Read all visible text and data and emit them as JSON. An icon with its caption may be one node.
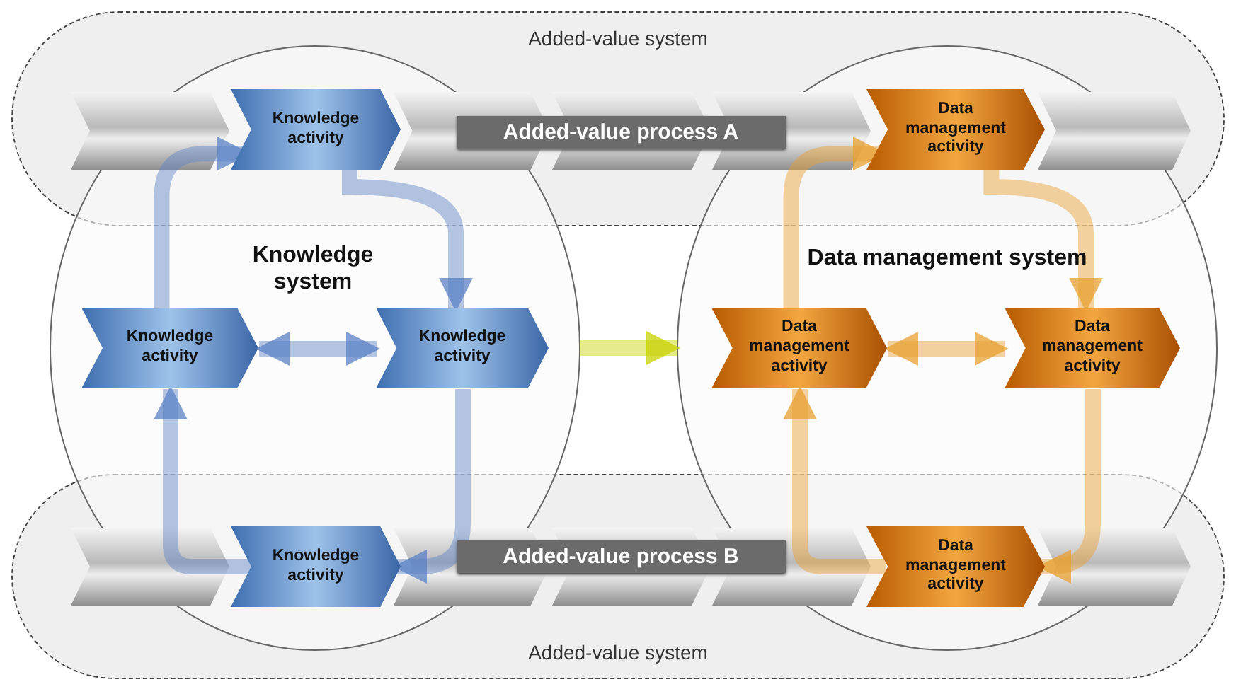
{
  "diagram": {
    "nodes": [
      {
        "text": [
          "Added-value system"
        ]
      },
      {
        "text": [
          "Added-value system"
        ]
      },
      {
        "text": [
          "Knowledge system"
        ]
      },
      {
        "text": [
          "Data management system"
        ]
      },
      {
        "text": [
          "Added-value process A"
        ],
        "in": 0
      },
      {
        "text": [
          "Added-value process B"
        ],
        "in": 1
      },
      {
        "text": [
          "Knowledge activity"
        ]
      },
      {
        "text": [
          "Knowledge activity"
        ],
        "in": 2
      },
      {
        "text": [
          "Knowledge activity"
        ],
        "in": 2
      },
      {
        "text": [
          "Knowledge activity"
        ]
      },
      {
        "text": [
          "Data management activity"
        ]
      },
      {
        "text": [
          "Data management activity"
        ],
        "in": 3
      },
      {
        "text": [
          "Data management activity"
        ],
        "in": 3
      },
      {
        "text": [
          "Data management activity"
        ]
      }
    ],
    "edges": [
      {
        "from": 6,
        "to": 8,
        "arrow": "to",
        "color": "#5b82c6"
      },
      {
        "from": 8,
        "to": 9,
        "arrow": "to",
        "color": "#5b82c6"
      },
      {
        "from": 9,
        "to": 7,
        "arrow": "to",
        "color": "#5b82c6"
      },
      {
        "from": 7,
        "to": 6,
        "arrow": "to",
        "color": "#5b82c6"
      },
      {
        "from": 7,
        "to": 8,
        "arrow": "both",
        "color": "#5b82c6"
      },
      {
        "from": 10,
        "to": 12,
        "arrow": "to",
        "color": "#e8a030"
      },
      {
        "from": 12,
        "to": 13,
        "arrow": "to",
        "color": "#e8a030"
      },
      {
        "from": 13,
        "to": 11,
        "arrow": "to",
        "color": "#e8a030"
      },
      {
        "from": 11,
        "to": 10,
        "arrow": "to",
        "color": "#e8a030"
      },
      {
        "from": 11,
        "to": 12,
        "arrow": "both",
        "color": "#e8a030"
      },
      {
        "from": 2,
        "to": 3,
        "arrow": "to",
        "color": "#c8d200"
      }
    ]
  }
}
